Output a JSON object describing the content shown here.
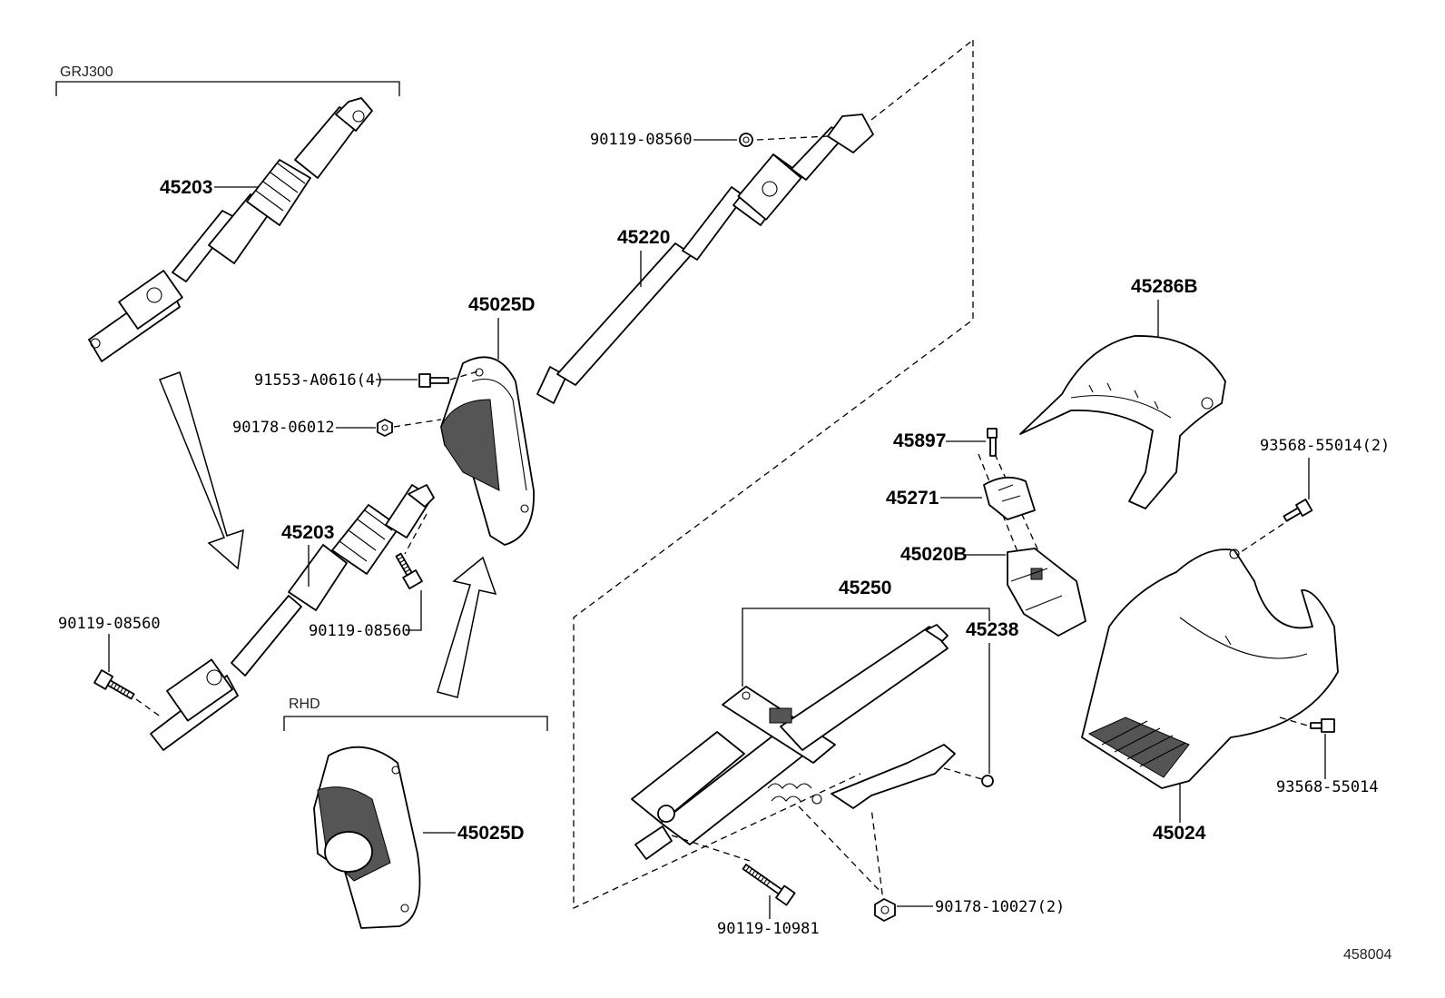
{
  "groups": {
    "grj300": "GRJ300",
    "rhd": "RHD"
  },
  "labels": {
    "p45203_top": "45203",
    "p45203_mid": "45203",
    "p45220": "45220",
    "p45025D_top": "45025D",
    "p45025D_rhd": "45025D",
    "p45286B": "45286B",
    "p45897": "45897",
    "p45271": "45271",
    "p45020B": "45020B",
    "p45250": "45250",
    "p45238": "45238",
    "p45024": "45024",
    "b90119_08560_top": "90119-08560",
    "b90119_08560_left": "90119-08560",
    "b90119_08560_mid": "90119-08560",
    "b91553": "91553-A0616(4)",
    "b90178_06012": "90178-06012",
    "b93568_2": "93568-55014(2)",
    "b93568": "93568-55014",
    "b90119_10981": "90119-10981",
    "b90178_10027": "90178-10027(2)"
  },
  "diagram_id": "458004",
  "icons": [
    "bolt-icon",
    "nut-icon",
    "arrow-icon"
  ]
}
